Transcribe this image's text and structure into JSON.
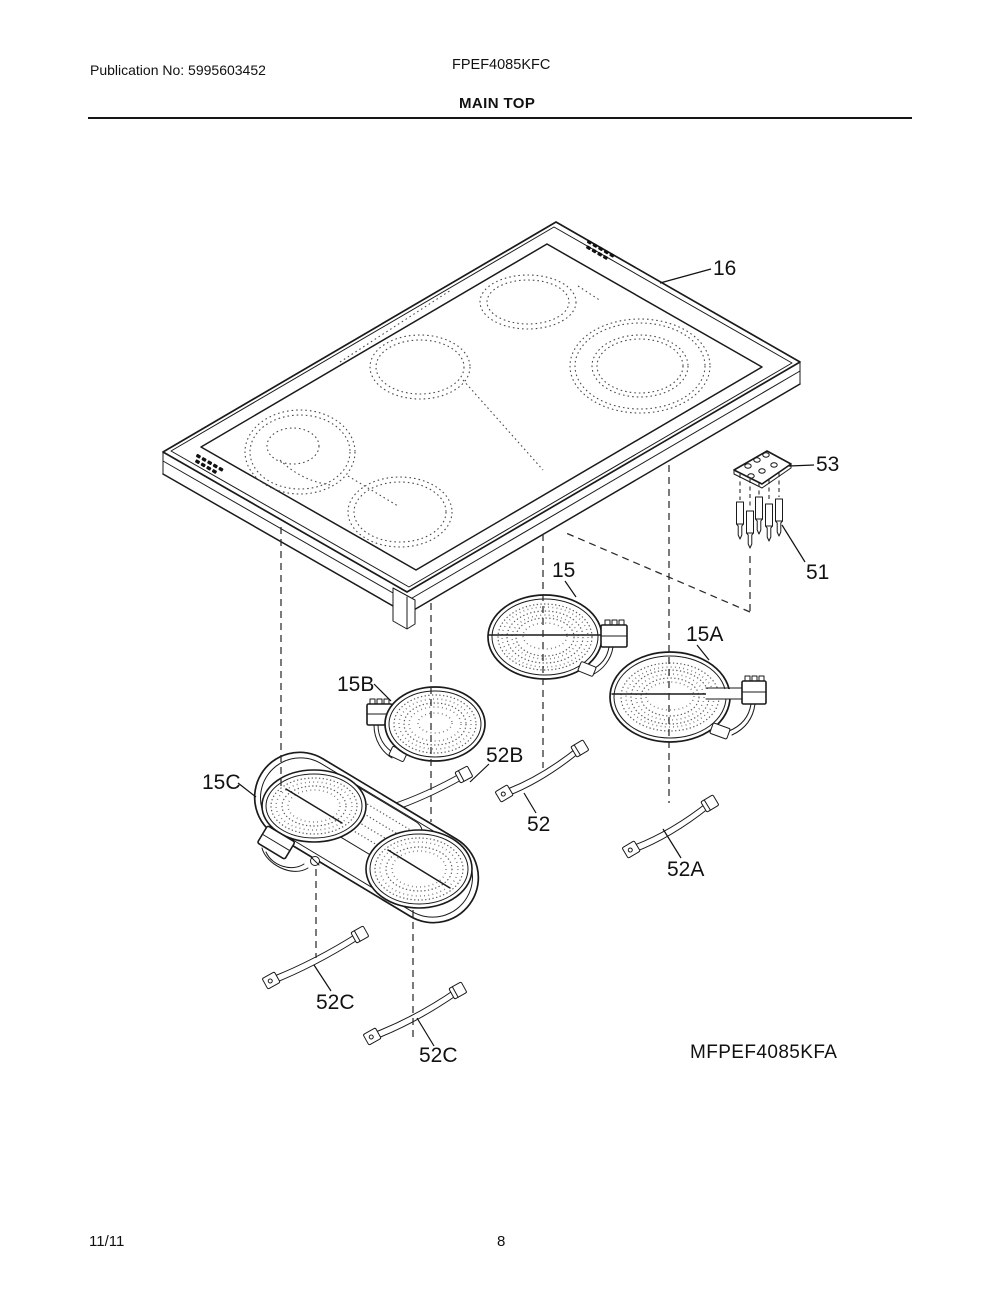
{
  "header": {
    "publication": "Publication No: 5995603452",
    "model": "FPEF4085KFC",
    "title": "MAIN TOP"
  },
  "diagram": {
    "model_code": "MFPEF4085KFA",
    "callouts": [
      "16",
      "53",
      "51",
      "15",
      "15A",
      "15B",
      "15C",
      "52B",
      "52",
      "52A",
      "52C",
      "52C"
    ]
  },
  "footer": {
    "date": "11/11",
    "page": "8"
  }
}
